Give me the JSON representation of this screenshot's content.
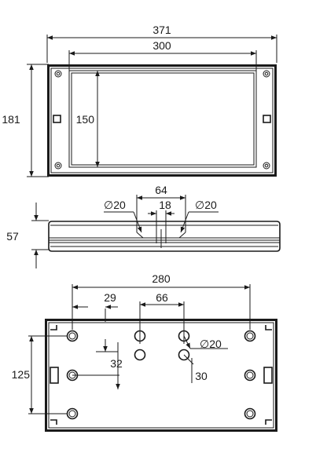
{
  "top_view": {
    "overall_width": "371",
    "inner_width": "300",
    "overall_height": "181",
    "inner_height": "150"
  },
  "side_view": {
    "spacing": "64",
    "hole_left": "∅20",
    "center_gap": "18",
    "hole_right": "∅20",
    "height": "57"
  },
  "bottom_view": {
    "span": "280",
    "offset": "29",
    "spacing": "66",
    "hole_diameter": "∅20",
    "vertical_offset": "32",
    "hole_offset": "30",
    "height": "125"
  }
}
